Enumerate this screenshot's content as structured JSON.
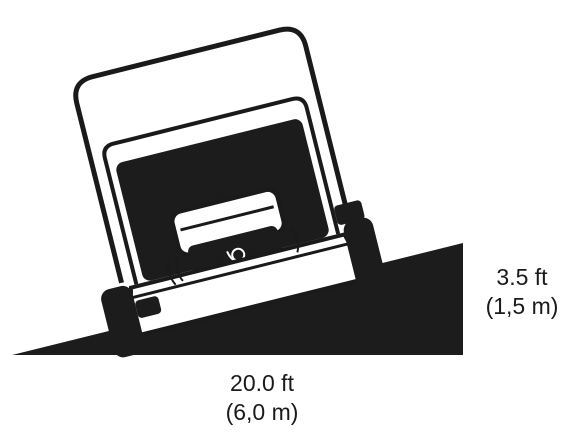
{
  "slope": {
    "rise_imperial": "3.5 ft",
    "rise_metric": "(1,5 m)",
    "run_imperial": "20.0 ft",
    "run_metric": "(6,0 m)"
  },
  "colors": {
    "ink": "#1a1a1a",
    "slope_fill": "#1c1c1c",
    "background": "#ffffff"
  }
}
